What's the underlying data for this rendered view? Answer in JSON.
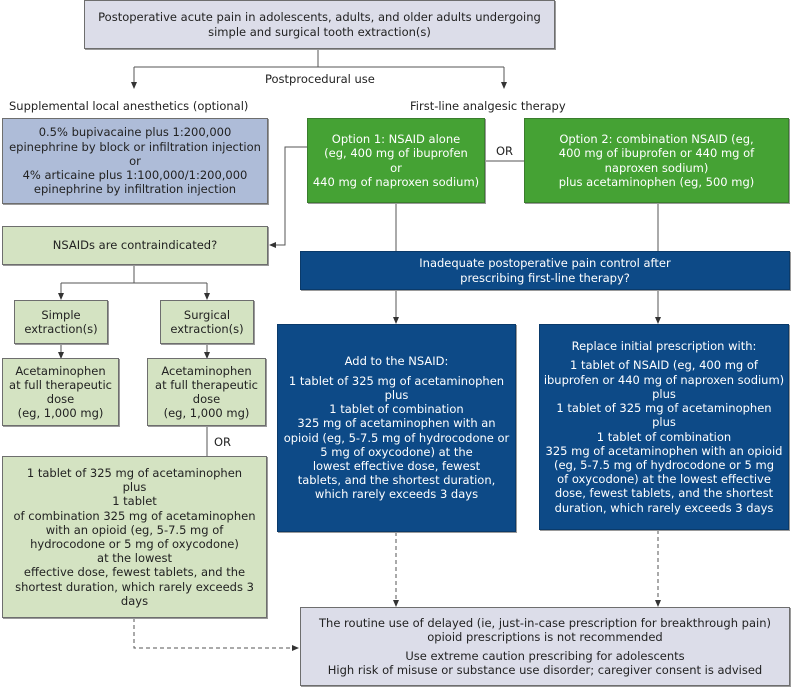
{
  "top": {
    "lines": [
      "Postoperative acute pain in adolescents, adults, and older adults undergoing",
      "simple and surgical tooth extraction(s)"
    ]
  },
  "labels": {
    "postprocedural": "Postprocedural use",
    "supplemental": "Supplemental local anesthetics (optional)",
    "first_line": "First-line analgesic therapy",
    "or_options": "OR",
    "or_surgical": "OR"
  },
  "anesthetics": {
    "lines": [
      "0.5% bupivacaine plus 1:200,000",
      "epinephrine by block or infiltration injection",
      "or",
      "4% articaine plus 1:100,000/1:200,000",
      "epinephrine by infiltration injection"
    ]
  },
  "option1": {
    "lines": [
      "Option 1: NSAID alone",
      "(eg, 400 mg of ibuprofen",
      "or",
      "440 mg of naproxen sodium)"
    ]
  },
  "option2": {
    "lines": [
      "Option 2: combination NSAID (eg,",
      "400 mg of ibuprofen or 440 mg of",
      "naproxen sodium)",
      "plus acetaminophen (eg, 500 mg)"
    ]
  },
  "contraindicated": {
    "text": "NSAIDs are contraindicated?"
  },
  "simple": {
    "lines": [
      "Simple",
      "extraction(s)"
    ]
  },
  "surgical": {
    "lines": [
      "Surgical",
      "extraction(s)"
    ]
  },
  "acet_simple": {
    "lines": [
      "Acetaminophen",
      "at full therapeutic",
      "dose",
      "(eg, 1,000 mg)"
    ]
  },
  "acet_surgical": {
    "lines": [
      "Acetaminophen",
      "at full therapeutic",
      "dose",
      "(eg, 1,000 mg)"
    ]
  },
  "combo_left": {
    "lines": [
      "1 tablet of 325 mg of acetaminophen",
      "plus",
      "1 tablet",
      "of combination 325 mg of acetaminophen",
      "with an opioid (eg, 5-7.5 mg of",
      "hydrocodone or 5 mg of oxycodone)",
      "at the lowest",
      "effective dose, fewest tablets, and the",
      "shortest duration, which rarely exceeds 3",
      "days"
    ]
  },
  "inadequate": {
    "lines": [
      "Inadequate postoperative pain control after",
      "prescribing first-line therapy?"
    ]
  },
  "add_nsaid": {
    "heading": "Add to the NSAID:",
    "lines": [
      "1 tablet of 325 mg of acetaminophen",
      "plus",
      "1 tablet of combination",
      "325 mg of acetaminophen with an",
      "opioid (eg, 5-7.5 mg of hydrocodone or",
      "5 mg of oxycodone) at the",
      "lowest effective dose, fewest",
      "tablets, and the shortest duration,",
      "which rarely exceeds 3 days"
    ]
  },
  "replace": {
    "heading": "Replace initial prescription with:",
    "lines": [
      "1 tablet of NSAID (eg, 400 mg of",
      "ibuprofen or 440 mg of naproxen sodium)",
      "plus",
      "1 tablet of 325 mg of acetaminophen",
      "plus",
      "1 tablet of combination",
      "325 mg of acetaminophen with an opioid",
      "(eg, 5-7.5 mg of hydrocodone or 5 mg",
      "of oxycodone) at the lowest effective",
      "dose, fewest tablets, and the shortest",
      "duration, which rarely exceeds 3 days"
    ]
  },
  "bottom": {
    "lines1": [
      "The routine use of delayed (ie, just-in-case prescription for breakthrough pain)",
      "opioid prescriptions is not recommended"
    ],
    "lines2": [
      "Use extreme caution prescribing for adolescents",
      "High risk of misuse or substance use disorder; caregiver consent is advised"
    ]
  },
  "colors": {
    "lavender": "#dcdde9",
    "blue_gray": "#aebcd8",
    "green": "#45a234",
    "light_green": "#d4e3c2",
    "navy": "#0d4a87"
  }
}
